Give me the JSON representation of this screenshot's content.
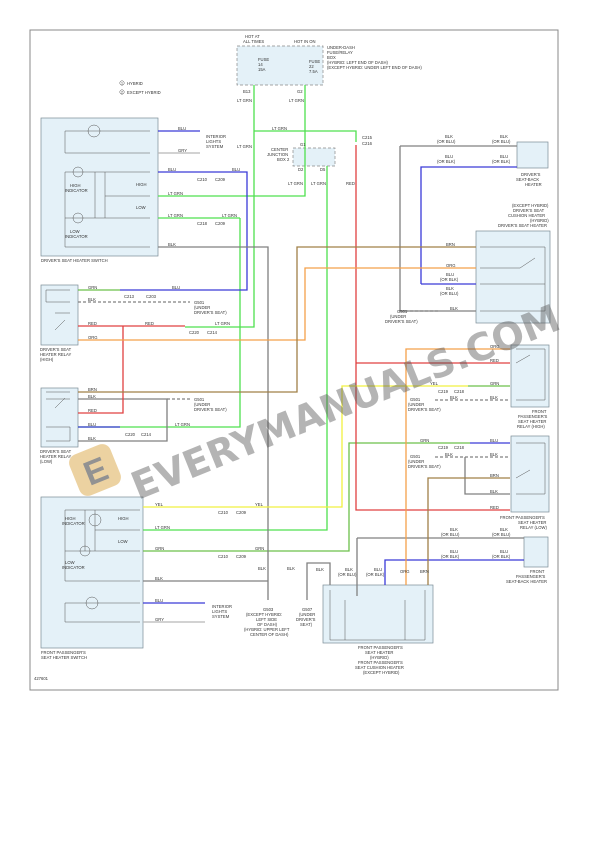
{
  "colors": {
    "blu": "#3a3ad8",
    "grn": "#6cc04a",
    "ltgrn": "#4fe04f",
    "red": "#e04040",
    "org": "#f4a04a",
    "brn": "#a08048",
    "blk": "#808080",
    "gry": "#b8b8b8",
    "yel": "#f0f040",
    "frame": "#888888"
  },
  "header": {
    "hot_at_all_times": [
      "HOT AT",
      "ALL TIMES"
    ],
    "hot_in_on": "HOT IN ON",
    "fuse_box": [
      "UNDER-DASH",
      "FUSE/RELAY",
      "BOX",
      "(HYBRID: LEFT END OF DASH)",
      "(EXCEPT HYBRID: UNDER LEFT END OF DASH)"
    ],
    "fuse14": [
      "FUSE",
      "14",
      "15A"
    ],
    "fuse22": [
      "FUSE",
      "22",
      "7.5A"
    ],
    "b13": "B13",
    "g2": "G2"
  },
  "legend": {
    "m1": "1",
    "hybrid": "HYBRID",
    "m2": "2",
    "except": "EXCEPT HYBRID"
  },
  "components": {
    "driver_switch": "DRIVER'S SEAT HEATER SWITCH",
    "high_indicator": [
      "HIGH",
      "INDICATOR"
    ],
    "low_indicator": [
      "LOW",
      "INDICATOR"
    ],
    "high": "HIGH",
    "low": "LOW",
    "interior_lights": [
      "INTERIOR",
      "LIGHTS",
      "SYSTEM"
    ],
    "center_jb": [
      "CENTER",
      "JUNCTION",
      "BOX 2"
    ],
    "g1": "G1",
    "d2": "D2",
    "d5": "D5",
    "driver_relay_high": [
      "DRIVER'S SEAT",
      "HEATER RELAY",
      "(HIGH)"
    ],
    "driver_relay_low": [
      "DRIVER'S SEAT",
      "HEATER RELAY",
      "(LOW)"
    ],
    "driver_seatback": [
      "DRIVER'S",
      "SEAT-BACK",
      "HEATER"
    ],
    "driver_cushion": [
      "(EXCEPT HYBRID)",
      "DRIVER'S SEAT",
      "CUSHION HEATER",
      "(HYBRID)",
      "DRIVER'S SEAT HEATER"
    ],
    "pass_switch": [
      "FRONT PASSENGER'S",
      "SEAT HEATER SWITCH"
    ],
    "pass_relay_high": [
      "FRONT",
      "PASSENGER'S",
      "SEAT HEATER",
      "RELAY (HIGH)"
    ],
    "pass_relay_low": [
      "FRONT PASSENGER'S",
      "SEAT HEATER",
      "RELAY (LOW)"
    ],
    "pass_seatback": [
      "FRONT",
      "PASSENGER'S",
      "SEAT-BACK HEATER"
    ],
    "pass_heater": [
      "FRONT PASSENGER'S",
      "SEAT HEATER",
      "(HYBRID)",
      "FRONT PASSENGER'S",
      "SEAT CUSHION HEATER",
      "(EXCEPT HYBRID)"
    ]
  },
  "wires": {
    "blu": "BLU",
    "gry": "GRY",
    "ltgrn": "LT GRN",
    "grn": "GRN",
    "blk": "BLK",
    "red": "RED",
    "org": "ORG",
    "brn": "BRN",
    "yel": "YEL",
    "blk_or_blu": [
      "BLK",
      "(OR BLU)"
    ],
    "blu_or_blk": [
      "BLU",
      "(OR BLK)"
    ]
  },
  "connectors": {
    "c215": "C215",
    "c216": "C216",
    "c210": "C210",
    "c209": "C209",
    "c218": "C218",
    "c213": "C213",
    "c203": "C203",
    "c220": "C220",
    "c214": "C214",
    "c219": "C219"
  },
  "grounds": {
    "g501": [
      "G501",
      "(UNDER",
      "DRIVER'S SEAT)"
    ],
    "g503": [
      "G503",
      "(EXCEPT HYBRID:",
      "LEFT SIDE",
      "OF DASH)",
      "(HYBRID: UPPER LEFT",
      "CENTER OF DASH)"
    ],
    "g507": [
      "G507",
      "(UNDER",
      "DRIVER'S",
      "SEAT)"
    ]
  },
  "watermark": "EVERYMANUALS.COM",
  "figure_id": "427601"
}
